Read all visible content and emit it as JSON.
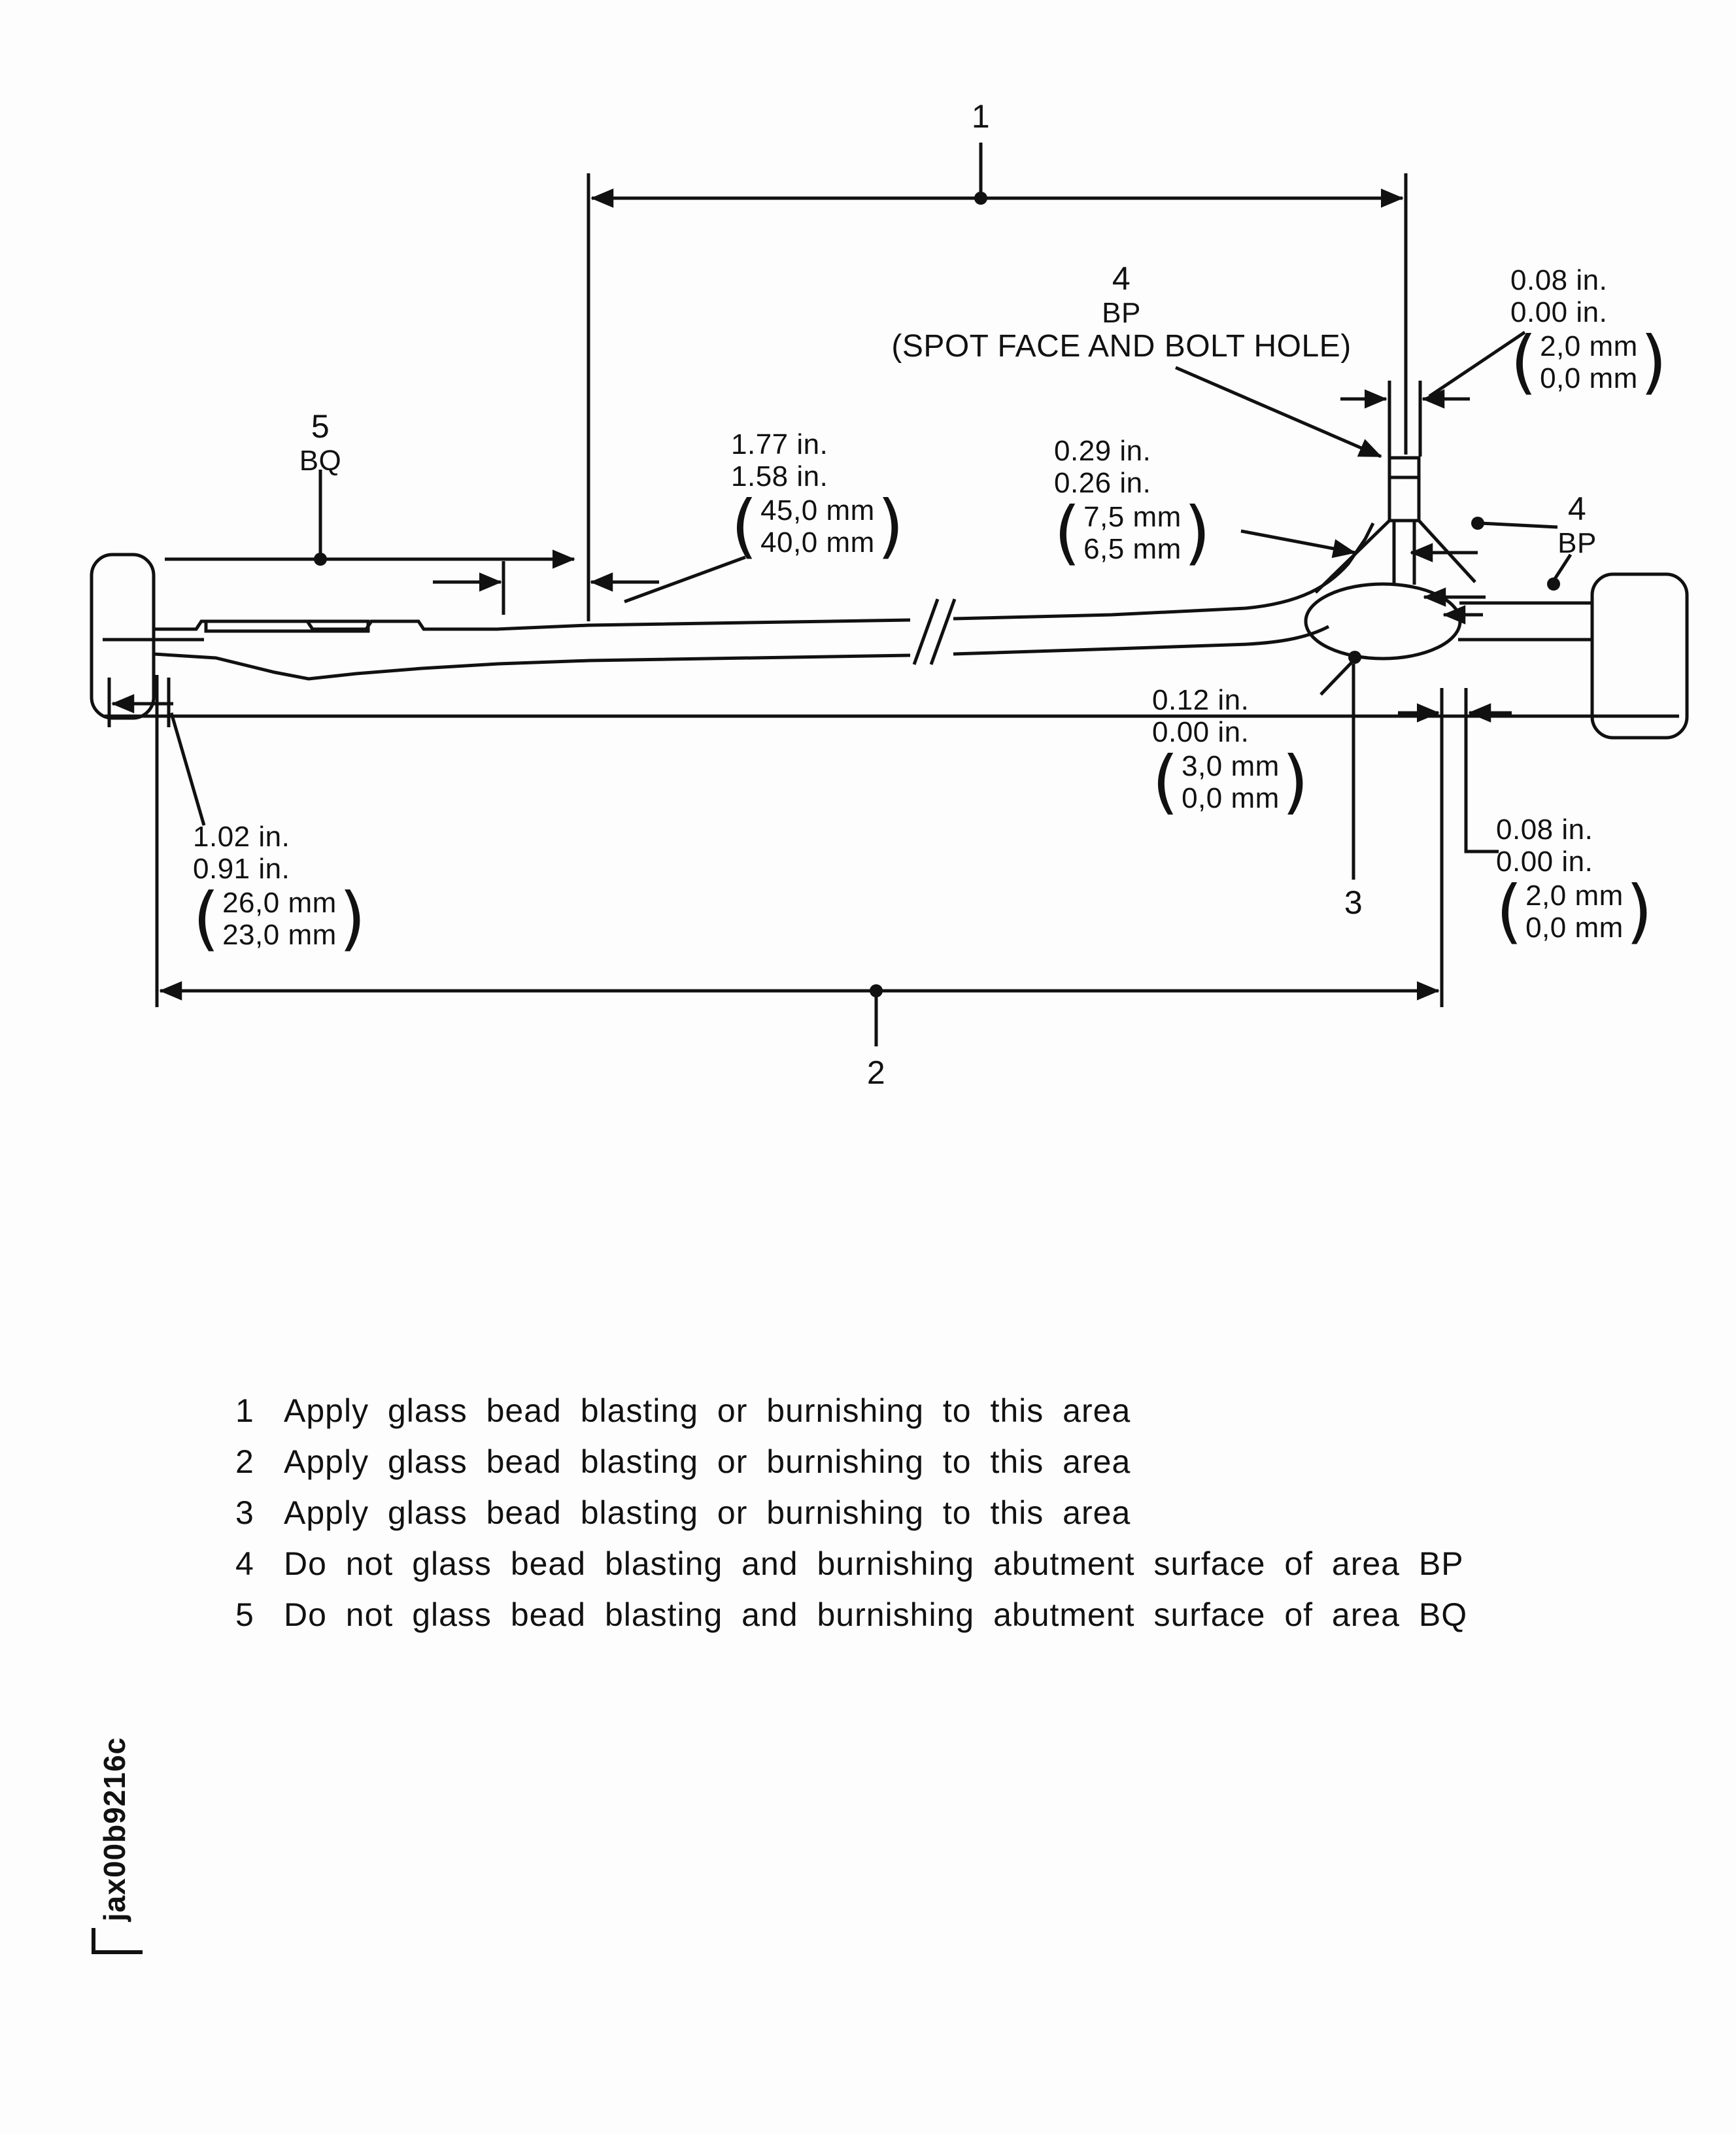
{
  "glyphs": {
    "paren_open": "(",
    "paren_close": ")"
  },
  "diagram": {
    "callouts": {
      "c1": "1",
      "c2": "2",
      "c3": "3"
    },
    "spot_face_label": {
      "num": "4",
      "code": "BP",
      "desc": "(SPOT FACE AND BOLT HOLE)"
    },
    "bq_label": {
      "num": "5",
      "code": "BQ"
    },
    "bp_right_label": {
      "num": "4",
      "code": "BP"
    },
    "dims": {
      "top_right": {
        "in_max": "0.08 in.",
        "in_min": "0.00 in.",
        "mm_max": "2,0 mm",
        "mm_min": "0,0 mm"
      },
      "width_177": {
        "in_max": "1.77 in.",
        "in_min": "1.58 in.",
        "mm_max": "45,0 mm",
        "mm_min": "40,0 mm"
      },
      "width_029": {
        "in_max": "0.29 in.",
        "in_min": "0.26 in.",
        "mm_max": "7,5 mm",
        "mm_min": "6,5 mm"
      },
      "gap_012": {
        "in_max": "0.12 in.",
        "in_min": "0.00 in.",
        "mm_max": "3,0 mm",
        "mm_min": "0,0 mm"
      },
      "bottom_right": {
        "in_max": "0.08 in.",
        "in_min": "0.00 in.",
        "mm_max": "2,0 mm",
        "mm_min": "0,0 mm"
      },
      "width_102": {
        "in_max": "1.02 in.",
        "in_min": "0.91 in.",
        "mm_max": "26,0 mm",
        "mm_min": "23,0 mm"
      }
    }
  },
  "notes": [
    {
      "num": "1",
      "text": "Apply glass bead blasting or burnishing to this area"
    },
    {
      "num": "2",
      "text": "Apply glass bead blasting or burnishing to this area"
    },
    {
      "num": "3",
      "text": "Apply glass bead blasting or burnishing to this area"
    },
    {
      "num": "4",
      "text": "Do not glass bead blasting and burnishing abutment surface of area BP"
    },
    {
      "num": "5",
      "text": "Do not glass bead blasting and burnishing abutment surface of area BQ"
    }
  ],
  "watermark": "jax00b9216c"
}
